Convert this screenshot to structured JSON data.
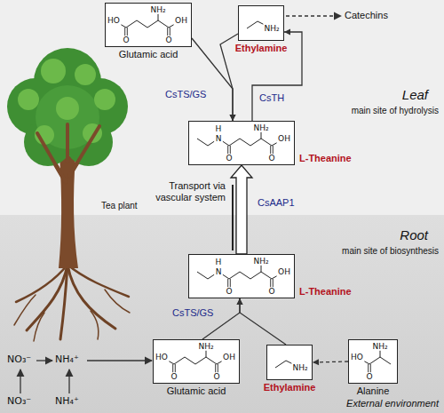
{
  "diagram": {
    "nodes": [
      {
        "text": [
          "Glutamic acid"
        ]
      },
      {
        "text": [
          "Ethylamine"
        ]
      },
      {
        "text": [
          "L-Theanine"
        ]
      },
      {
        "text": [
          "L-Theanine"
        ]
      },
      {
        "text": [
          "Glutamic acid"
        ]
      },
      {
        "text": [
          "Ethylamine"
        ]
      },
      {
        "text": [
          "Alanine"
        ]
      }
    ],
    "edges": [
      {
        "from": 0,
        "to": 2,
        "arrow": "to",
        "label": "CsTS/GS"
      },
      {
        "from": 1,
        "to": 2,
        "arrow": "to"
      },
      {
        "from": 2,
        "to": 1,
        "arrow": "to",
        "label": "CsTH"
      },
      {
        "from": 3,
        "to": 2,
        "arrow": "to"
      },
      {
        "from": 4,
        "to": 3,
        "arrow": "to",
        "label": "CsTS/GS"
      },
      {
        "from": 5,
        "to": 3,
        "arrow": "to"
      },
      {
        "from": 6,
        "to": 5,
        "arrow": "to"
      }
    ],
    "labels": [
      "Catechins",
      "Leaf",
      "main site of hydrolysis",
      "Root",
      "main site of biosynthesis",
      "Tea plant",
      "Transport via vascular system",
      "CsAAP1",
      "NO₃⁻",
      "NH₄⁺",
      "NO₃⁻",
      "NH₄⁺",
      "External environment",
      "HO",
      "O",
      "NH₂",
      "O",
      "OH",
      "NH₂",
      "H",
      "N",
      "O",
      "NH₂",
      "O",
      "OH",
      "H",
      "N",
      "O",
      "NH₂",
      "O",
      "OH",
      "HO",
      "O",
      "NH₂",
      "O",
      "OH",
      "NH₂",
      "NH₂",
      "HO",
      "O"
    ]
  }
}
